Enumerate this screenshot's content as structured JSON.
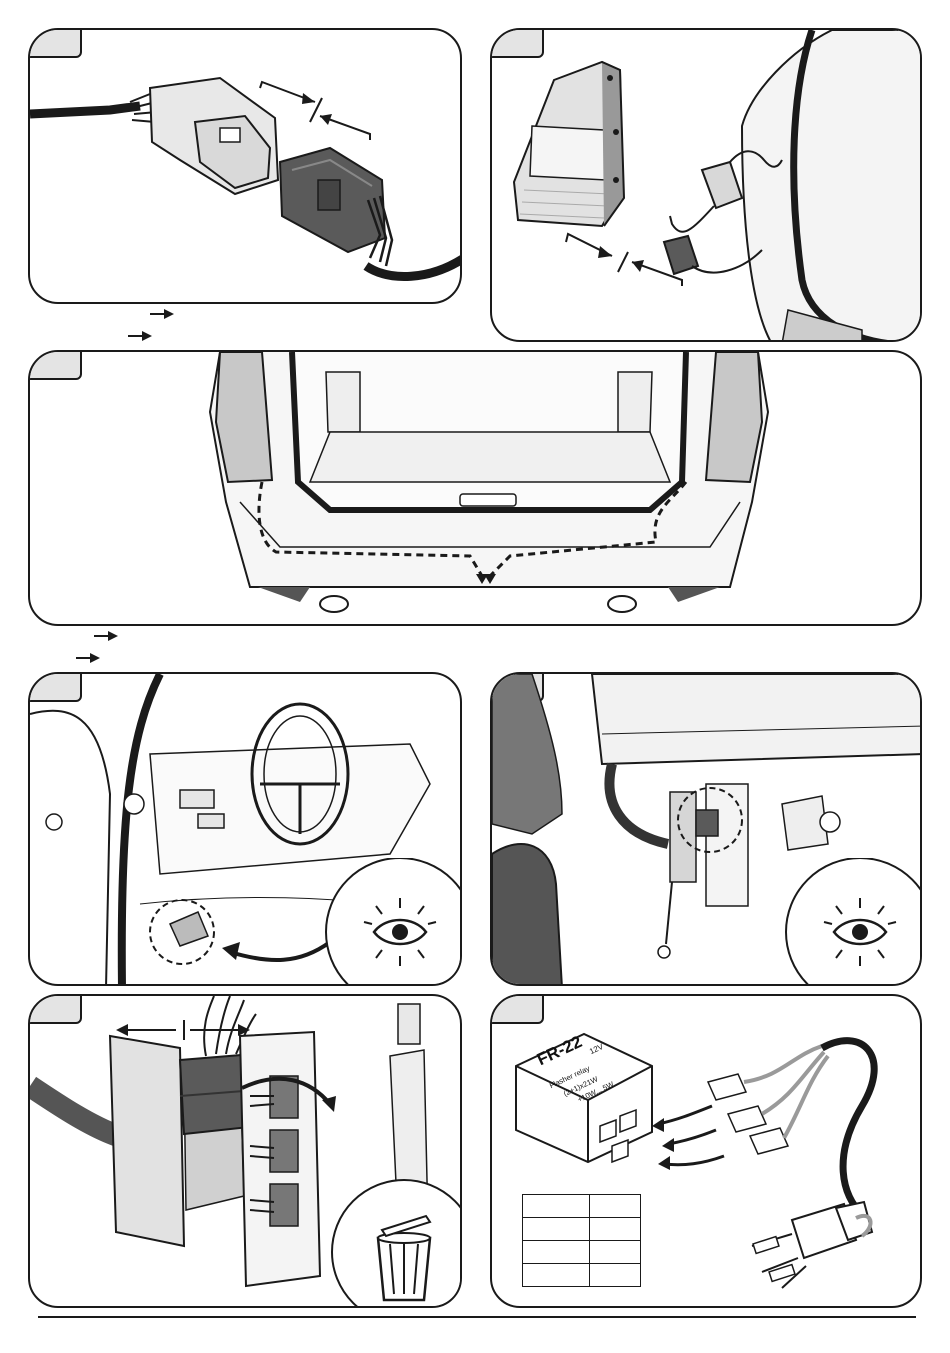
{
  "relay": {
    "model": "FR-22",
    "voltage": "12V",
    "type": "Flasher relay",
    "line1": "(2+1)x21W",
    "line2": "+10W... 5W"
  },
  "pin_table": {
    "rows": [
      [
        "",
        ""
      ],
      [
        "",
        ""
      ],
      [
        "",
        ""
      ],
      [
        "",
        ""
      ]
    ]
  },
  "icons": {
    "inspect": "eye-icon",
    "discard": "trash-bin-icon",
    "flow": "arrow-right-icon"
  },
  "colors": {
    "outline": "#1a1a1a",
    "tab": "#e4e4e4",
    "connector_dark": "#5a5a5a",
    "car_grey": "#bdbdbd"
  }
}
